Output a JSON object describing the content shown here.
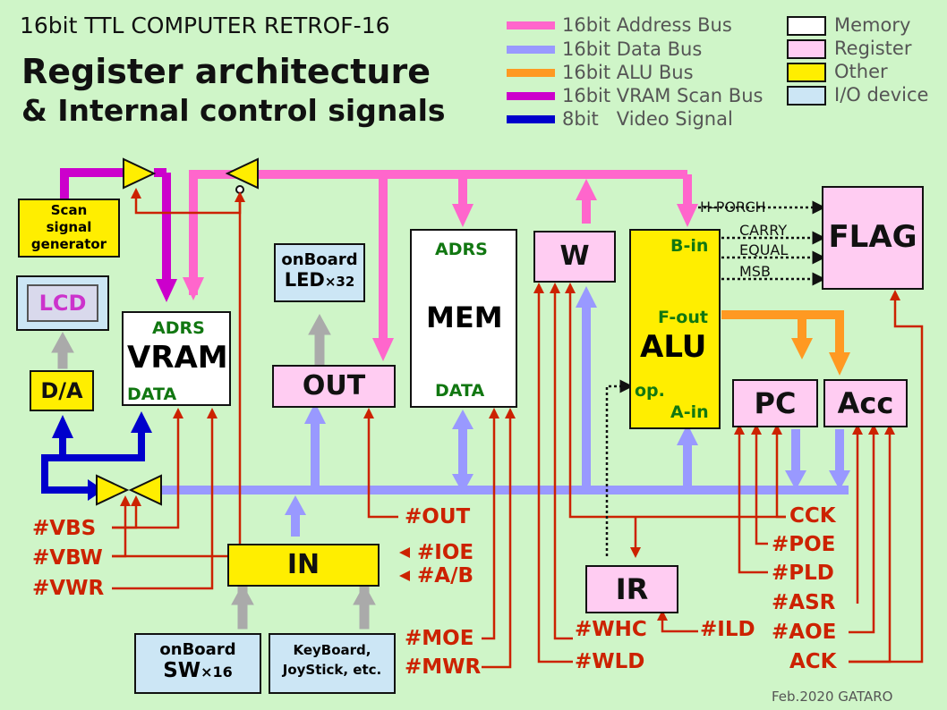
{
  "header": {
    "title_small": "16bit TTL COMPUTER RETROF-16",
    "title_line1": "Register architecture",
    "title_line2": "& Internal control signals"
  },
  "legend_buses": [
    {
      "label": "16bit Address Bus",
      "color": "#ff66cc"
    },
    {
      "label": "16bit Data Bus",
      "color": "#9999ff"
    },
    {
      "label": "16bit ALU Bus",
      "color": "#ff9922"
    },
    {
      "label": "16bit VRAM Scan Bus",
      "color": "#cc00cc"
    },
    {
      "label": "8bit   Video Signal",
      "color": "#0000cc"
    }
  ],
  "legend_types": [
    {
      "label": "Memory",
      "color": "#ffffff"
    },
    {
      "label": "Register",
      "color": "#ffccf2"
    },
    {
      "label": "Other",
      "color": "#ffee00"
    },
    {
      "label": "I/O device",
      "color": "#cce6f5"
    }
  ],
  "blocks": {
    "scan_gen": "Scan\nsignal\ngenerator",
    "lcd": "LCD",
    "da": "D/A",
    "vram": "VRAM",
    "vram_adrs": "ADRS",
    "vram_data": "DATA",
    "led": "onBoard",
    "led_sub": "LED",
    "led_mult": "×32",
    "out": "OUT",
    "mem": "MEM",
    "mem_adrs": "ADRS",
    "mem_data": "DATA",
    "w": "W",
    "alu": "ALU",
    "alu_bin": "B-in",
    "alu_fout": "F-out",
    "alu_op": "op.",
    "alu_ain": "A-in",
    "flag": "FLAG",
    "pc": "PC",
    "acc": "Acc",
    "in": "IN",
    "ir": "IR",
    "sw": "onBoard",
    "sw_sub": "SW",
    "sw_mult": "×16",
    "kbd1": "KeyBoard,",
    "kbd2": "JoyStick, etc."
  },
  "flag_signals": [
    "H-PORCH",
    "CARRY",
    "EQUAL",
    "MSB"
  ],
  "control_signals": {
    "vbs": "#VBS",
    "vbw": "#VBW",
    "vwr": "#VWR",
    "out": "#OUT",
    "ioe": "#IOE",
    "ab": "#A/B",
    "moe": "#MOE",
    "mwr": "#MWR",
    "whc": "#WHC",
    "wld": "#WLD",
    "ild": "#ILD",
    "cck": "CCK",
    "poe": "#POE",
    "pld": "#PLD",
    "asr": "#ASR",
    "aoe": "#AOE",
    "ack": "ACK"
  },
  "footer": "Feb.2020 GATARO"
}
